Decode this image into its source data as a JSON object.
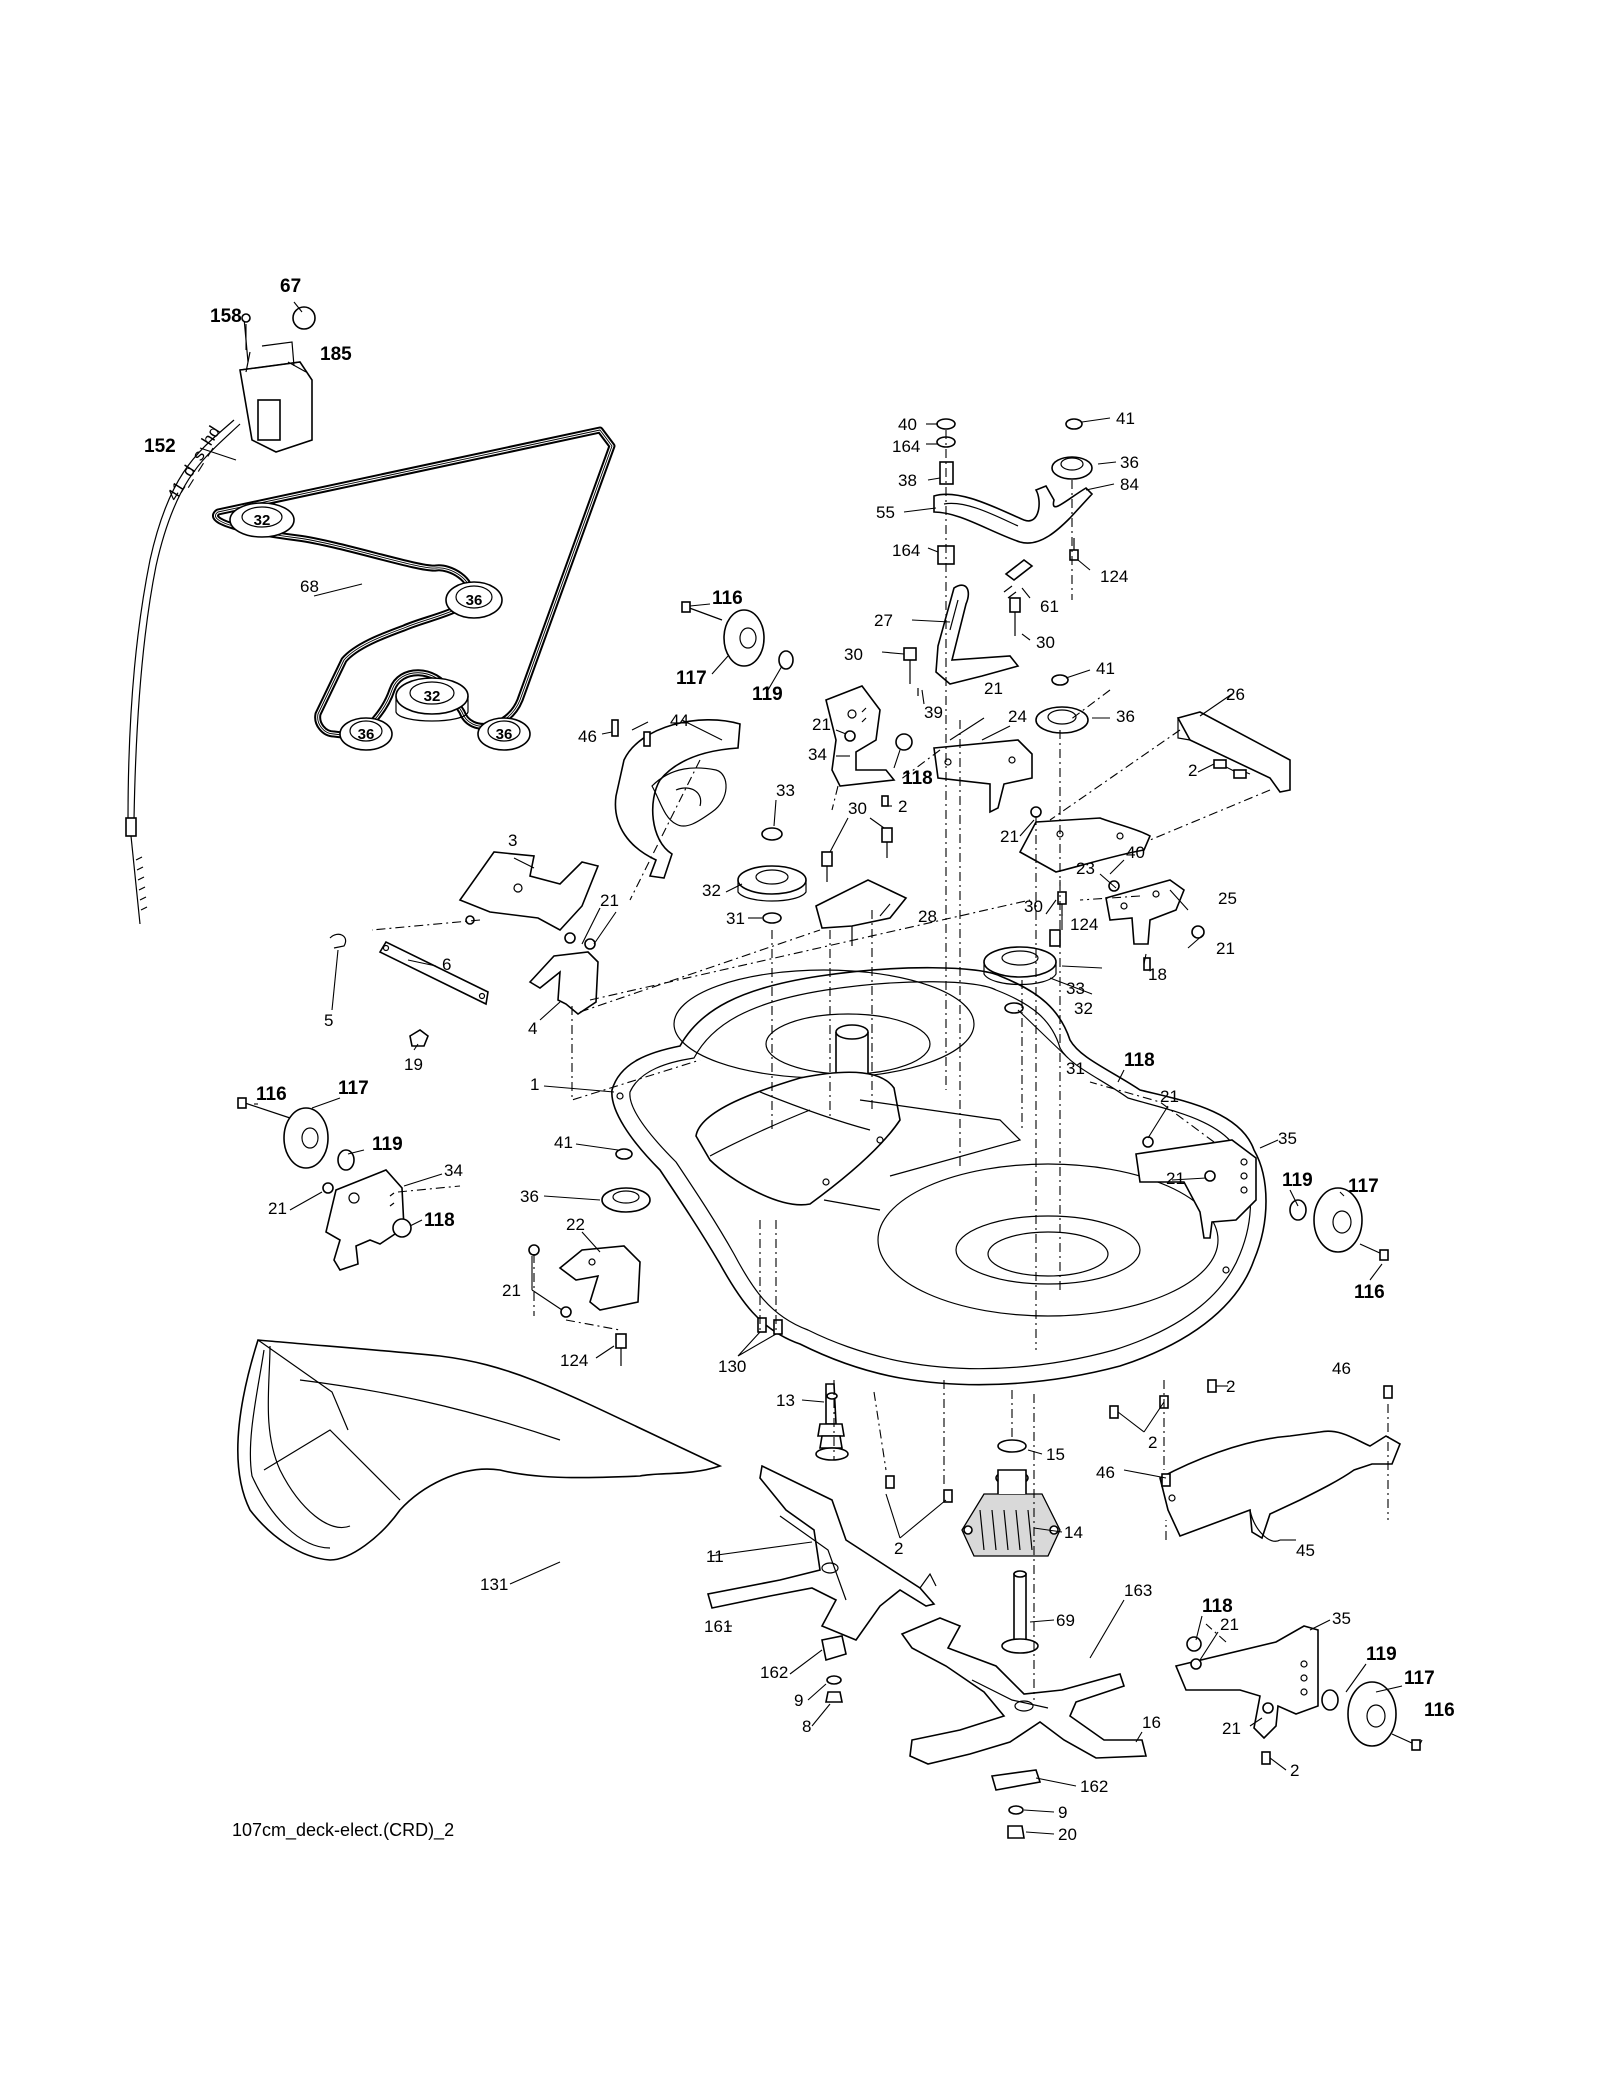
{
  "caption": "107cm_deck-elect.(CRD)_2",
  "belt_text": "41_d_s_hd",
  "belt_pulleys": [
    "32",
    "36",
    "32",
    "36",
    "36"
  ],
  "callouts": [
    {
      "n": "67",
      "bold": true
    },
    {
      "n": "158",
      "bold": true
    },
    {
      "n": "185",
      "bold": true
    },
    {
      "n": "152",
      "bold": true
    },
    {
      "n": "68"
    },
    {
      "n": "40"
    },
    {
      "n": "164"
    },
    {
      "n": "38"
    },
    {
      "n": "55"
    },
    {
      "n": "164"
    },
    {
      "n": "41"
    },
    {
      "n": "36"
    },
    {
      "n": "84"
    },
    {
      "n": "124"
    },
    {
      "n": "61"
    },
    {
      "n": "27"
    },
    {
      "n": "30"
    },
    {
      "n": "30"
    },
    {
      "n": "41"
    },
    {
      "n": "36"
    },
    {
      "n": "116",
      "bold": true
    },
    {
      "n": "117",
      "bold": true
    },
    {
      "n": "119",
      "bold": true
    },
    {
      "n": "21"
    },
    {
      "n": "34"
    },
    {
      "n": "118",
      "bold": true
    },
    {
      "n": "2"
    },
    {
      "n": "39"
    },
    {
      "n": "21"
    },
    {
      "n": "24"
    },
    {
      "n": "26"
    },
    {
      "n": "2"
    },
    {
      "n": "46"
    },
    {
      "n": "44"
    },
    {
      "n": "33"
    },
    {
      "n": "30"
    },
    {
      "n": "32"
    },
    {
      "n": "31"
    },
    {
      "n": "28"
    },
    {
      "n": "21"
    },
    {
      "n": "23"
    },
    {
      "n": "40"
    },
    {
      "n": "25"
    },
    {
      "n": "30"
    },
    {
      "n": "124"
    },
    {
      "n": "21"
    },
    {
      "n": "3"
    },
    {
      "n": "21"
    },
    {
      "n": "6"
    },
    {
      "n": "5"
    },
    {
      "n": "4"
    },
    {
      "n": "19"
    },
    {
      "n": "33"
    },
    {
      "n": "32"
    },
    {
      "n": "18"
    },
    {
      "n": "31"
    },
    {
      "n": "1"
    },
    {
      "n": "118",
      "bold": true
    },
    {
      "n": "21"
    },
    {
      "n": "116",
      "bold": true
    },
    {
      "n": "117",
      "bold": true
    },
    {
      "n": "119",
      "bold": true
    },
    {
      "n": "21"
    },
    {
      "n": "34"
    },
    {
      "n": "118",
      "bold": true
    },
    {
      "n": "41"
    },
    {
      "n": "36"
    },
    {
      "n": "22"
    },
    {
      "n": "35"
    },
    {
      "n": "21"
    },
    {
      "n": "119",
      "bold": true
    },
    {
      "n": "117",
      "bold": true
    },
    {
      "n": "116",
      "bold": true
    },
    {
      "n": "21"
    },
    {
      "n": "124"
    },
    {
      "n": "130"
    },
    {
      "n": "2"
    },
    {
      "n": "46"
    },
    {
      "n": "13"
    },
    {
      "n": "2"
    },
    {
      "n": "15"
    },
    {
      "n": "46"
    },
    {
      "n": "2"
    },
    {
      "n": "14"
    },
    {
      "n": "45"
    },
    {
      "n": "11"
    },
    {
      "n": "131"
    },
    {
      "n": "69"
    },
    {
      "n": "163"
    },
    {
      "n": "118",
      "bold": true
    },
    {
      "n": "21"
    },
    {
      "n": "35"
    },
    {
      "n": "161"
    },
    {
      "n": "162"
    },
    {
      "n": "9"
    },
    {
      "n": "8"
    },
    {
      "n": "119",
      "bold": true
    },
    {
      "n": "117",
      "bold": true
    },
    {
      "n": "116",
      "bold": true
    },
    {
      "n": "21"
    },
    {
      "n": "2"
    },
    {
      "n": "16"
    },
    {
      "n": "162"
    },
    {
      "n": "9"
    },
    {
      "n": "20"
    }
  ]
}
